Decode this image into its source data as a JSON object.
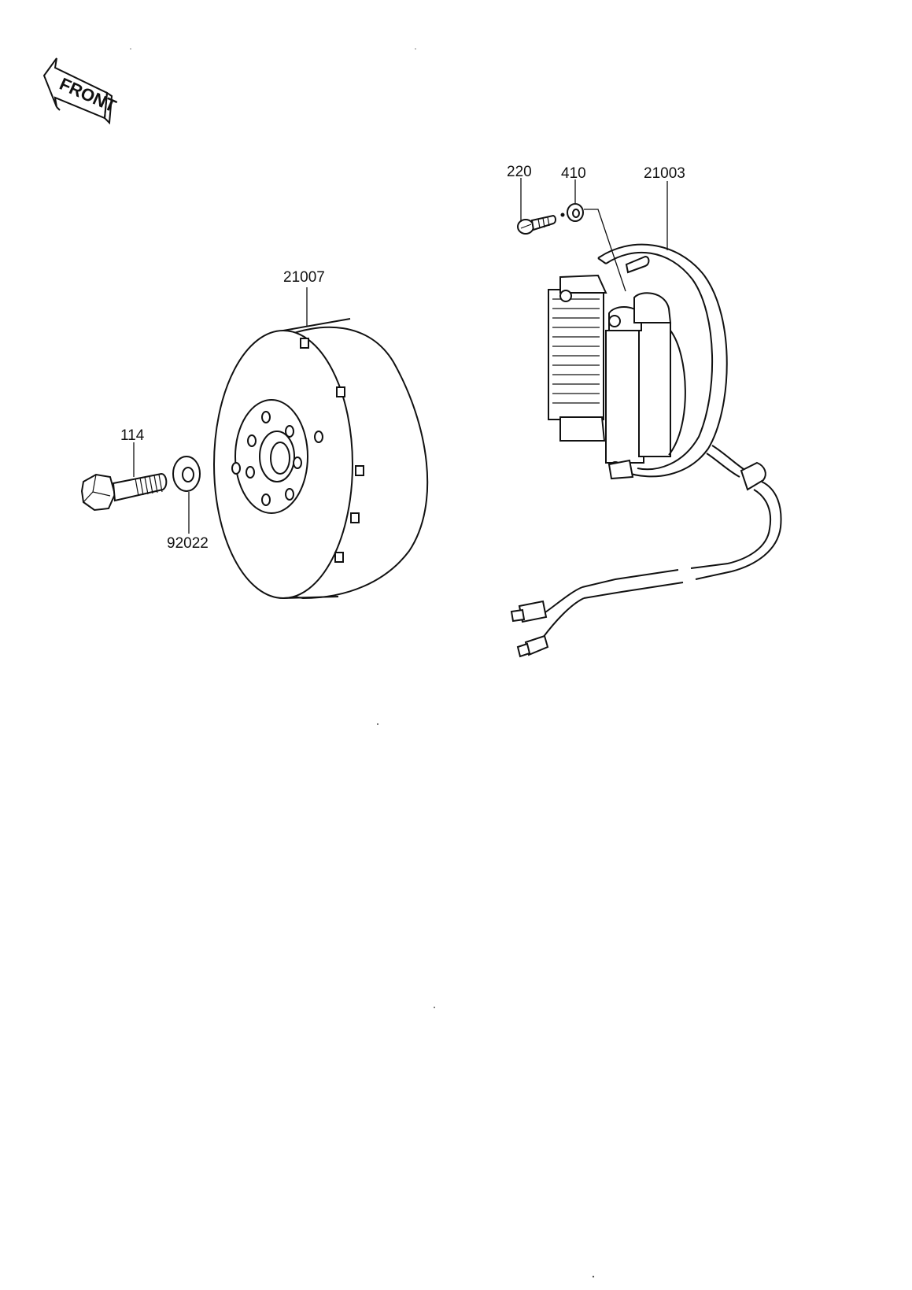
{
  "diagram": {
    "orientation_label": "FRONT",
    "parts": [
      {
        "id": "p-220",
        "number": "220"
      },
      {
        "id": "p-410",
        "number": "410"
      },
      {
        "id": "p-21003",
        "number": "21003"
      },
      {
        "id": "p-21007",
        "number": "21007"
      },
      {
        "id": "p-114",
        "number": "114"
      },
      {
        "id": "p-92022",
        "number": "92022"
      }
    ]
  }
}
